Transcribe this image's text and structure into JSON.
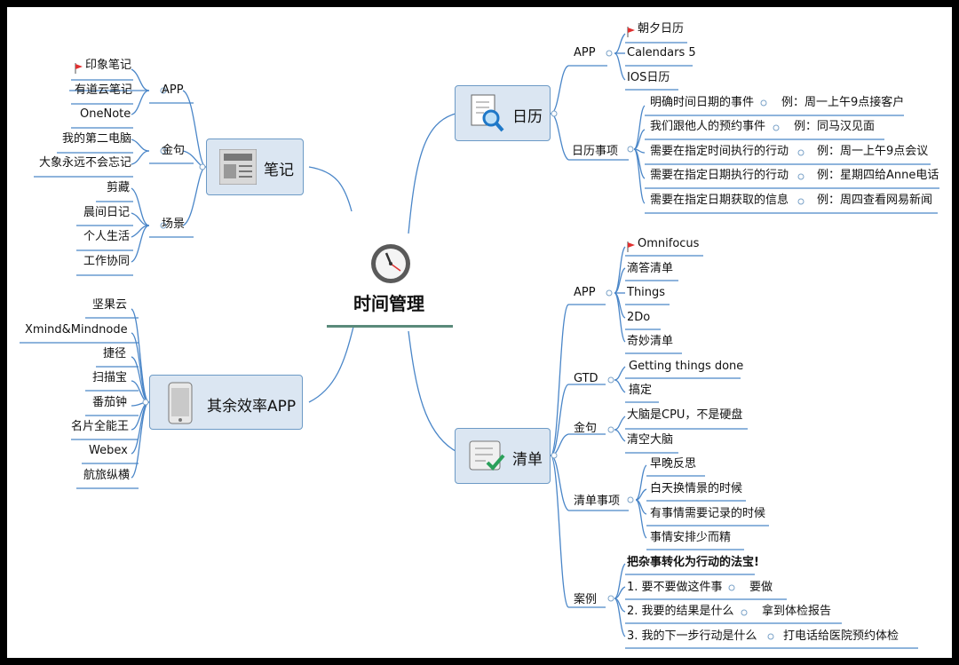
{
  "center": {
    "title": "时间管理",
    "icon": "clock-icon"
  },
  "branches": {
    "notes": {
      "label": "笔记",
      "icon": "newspaper-icon",
      "app": {
        "label": "APP",
        "items": [
          "印象笔记",
          "有道云笔记",
          "OneNote"
        ]
      },
      "quote": {
        "label": "金句",
        "items": [
          "我的第二电脑",
          "大象永远不会忘记"
        ]
      },
      "scene": {
        "label": "场景",
        "items": [
          "剪藏",
          "晨间日记",
          "个人生活",
          "工作协同"
        ]
      }
    },
    "other": {
      "label": "其余效率APP",
      "icon": "phone-icon",
      "items": [
        "坚果云",
        "Xmind&Mindnode",
        "捷径",
        "扫描宝",
        "番茄钟",
        "名片全能王",
        "Webex",
        "航旅纵横"
      ]
    },
    "calendar": {
      "label": "日历",
      "icon": "document-search-icon",
      "app": {
        "label": "APP",
        "items": [
          "朝夕日历",
          "Calendars 5",
          "IOS日历"
        ]
      },
      "events": {
        "label": "日历事项",
        "items": [
          {
            "text": "明确时间日期的事件",
            "example": "例：周一上午9点接客户"
          },
          {
            "text": "我们跟他人的预约事件",
            "example": "例：同马汉见面"
          },
          {
            "text": "需要在指定时间执行的行动",
            "example": "例：周一上午9点会议"
          },
          {
            "text": "需要在指定日期执行的行动",
            "example": "例：星期四给Anne电话"
          },
          {
            "text": "需要在指定日期获取的信息",
            "example": "例：周四查看网易新闻"
          }
        ]
      }
    },
    "list": {
      "label": "清单",
      "icon": "checklist-icon",
      "app": {
        "label": "APP",
        "items": [
          "Omnifocus",
          "滴答清单",
          "Things",
          "2Do",
          "奇妙清单"
        ]
      },
      "gtd": {
        "label": "GTD",
        "items": [
          "Getting things done",
          "搞定"
        ]
      },
      "quote": {
        "label": "金句",
        "items": [
          "大脑是CPU，不是硬盘",
          "清空大脑"
        ]
      },
      "events": {
        "label": "清单事项",
        "items": [
          "早晚反思",
          "白天换情景的时候",
          "有事情需要记录的时候",
          "事情安排少而精"
        ]
      },
      "cases": {
        "label": "案例",
        "heading": "把杂事转化为行动的法宝!",
        "items": [
          {
            "text": "1. 要不要做这件事",
            "answer": "要做"
          },
          {
            "text": "2. 我要的结果是什么",
            "answer": "拿到体检报告"
          },
          {
            "text": "3. 我的下一步行动是什么",
            "answer": "打电话给医院预约体检"
          }
        ]
      }
    }
  },
  "colors": {
    "line": "#4a86c8",
    "box_fill": "#dbe6f2",
    "box_border": "#6c9ac6",
    "flag": "#e03030",
    "underline": "#5a8a7a"
  }
}
